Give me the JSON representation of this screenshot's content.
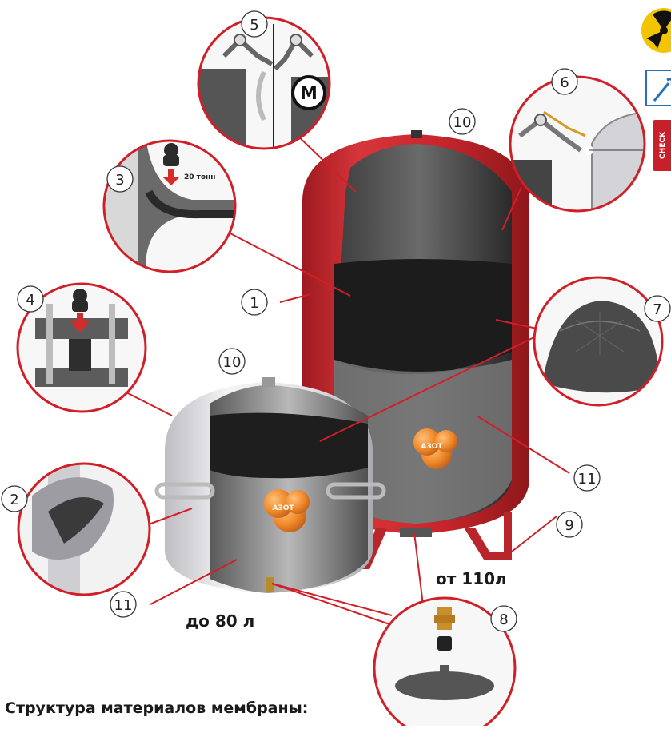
{
  "labels": {
    "small_tank_capacity": "до 80 л",
    "large_tank_capacity": "от 110л",
    "membrane_structure_title": "Структура материалов мембраны:",
    "press_force": "20 тонн",
    "motor_letter": "M",
    "gas_label": "АЗОТ",
    "check_badge": "CHECK"
  },
  "callouts": [
    "1",
    "2",
    "3",
    "4",
    "5",
    "6",
    "7",
    "8",
    "9",
    "10",
    "11"
  ],
  "colors": {
    "tank_red": "#c8262c",
    "tank_white": "#e9e9ec",
    "membrane_dark": "#2e2e2e",
    "gas_ball": "#f08a2a",
    "callout_line": "#d01f27",
    "check_red": "#c8202a",
    "hazard_yellow": "#f2c500"
  },
  "icons": [
    "radiation-hazard-icon",
    "wrench-tool-icon",
    "kettlebell-weight-icon",
    "motor-icon",
    "welding-robot-icon",
    "down-arrow-icon"
  ]
}
